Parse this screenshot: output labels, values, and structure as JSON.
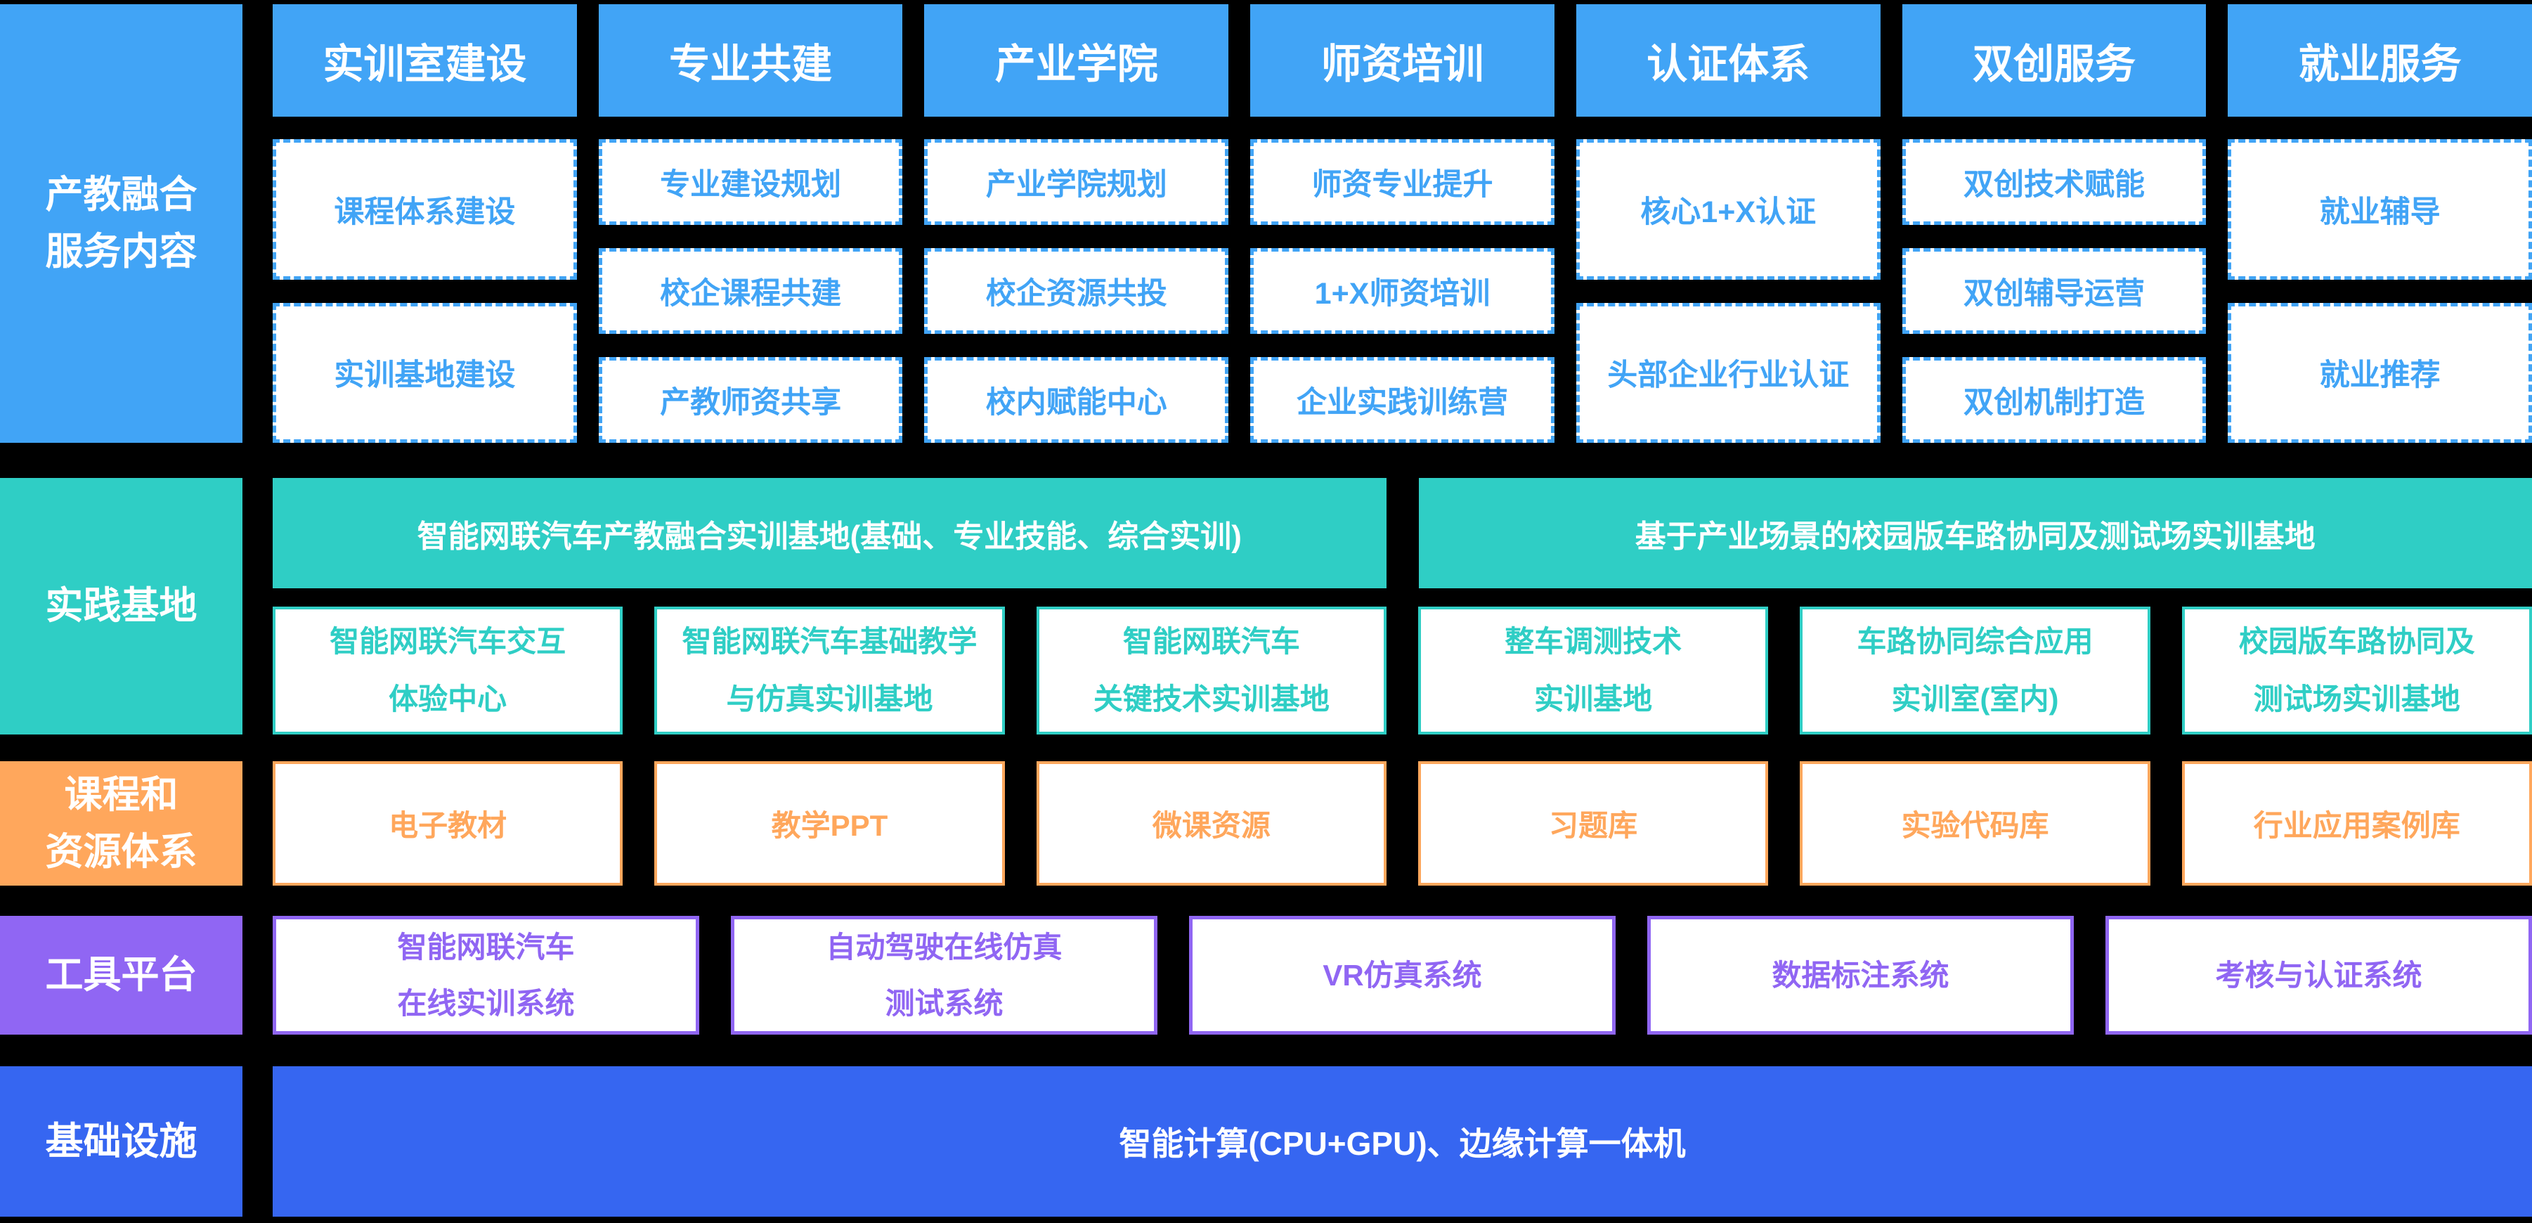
{
  "colors": {
    "bg": "#000000",
    "blue": "#41a4f6",
    "teal": "#2fcec5",
    "orange": "#ffa75c",
    "purple": "#9066f3",
    "royal": "#3666f1",
    "white": "#ffffff"
  },
  "sections": {
    "service": {
      "label": "产教融合\n服务内容",
      "columns": [
        {
          "header": "实训室建设",
          "items": [
            "课程体系建设",
            "实训基地建设"
          ]
        },
        {
          "header": "专业共建",
          "items": [
            "专业建设规划",
            "校企课程共建",
            "产教师资共享"
          ]
        },
        {
          "header": "产业学院",
          "items": [
            "产业学院规划",
            "校企资源共投",
            "校内赋能中心"
          ]
        },
        {
          "header": "师资培训",
          "items": [
            "师资专业提升",
            "1+X师资培训",
            "企业实践训练营"
          ]
        },
        {
          "header": "认证体系",
          "items": [
            "核心1+X认证",
            "头部企业行业认证"
          ]
        },
        {
          "header": "双创服务",
          "items": [
            "双创技术赋能",
            "双创辅导运营",
            "双创机制打造"
          ]
        },
        {
          "header": "就业服务",
          "items": [
            "就业辅导",
            "就业推荐"
          ]
        }
      ]
    },
    "practice": {
      "label": "实践基地",
      "bars": [
        "智能网联汽车产教融合实训基地(基础、专业技能、综合实训)",
        "基于产业场景的校园版车路协同及测试场实训基地"
      ],
      "boxes": [
        "智能网联汽车交互\n体验中心",
        "智能网联汽车基础教学\n与仿真实训基地",
        "智能网联汽车\n关键技术实训基地",
        "整车调测技术\n实训基地",
        "车路协同综合应用\n实训室(室内)",
        "校园版车路协同及\n测试场实训基地"
      ]
    },
    "resources": {
      "label": "课程和\n资源体系",
      "boxes": [
        "电子教材",
        "教学PPT",
        "微课资源",
        "习题库",
        "实验代码库",
        "行业应用案例库"
      ]
    },
    "tools": {
      "label": "工具平台",
      "boxes": [
        "智能网联汽车\n在线实训系统",
        "自动驾驶在线仿真\n测试系统",
        "VR仿真系统",
        "数据标注系统",
        "考核与认证系统"
      ]
    },
    "infrastructure": {
      "label": "基础设施",
      "bar": "智能计算(CPU+GPU)、边缘计算一体机"
    }
  }
}
